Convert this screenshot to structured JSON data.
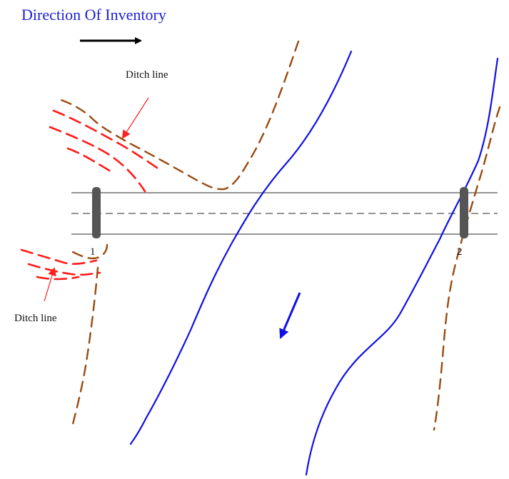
{
  "title": "Direction Of Inventory",
  "labels": {
    "ditch_line_top": "Ditch line",
    "ditch_line_left": "Ditch line"
  },
  "markers": {
    "marker_1": "1",
    "marker_2": "2"
  },
  "colors": {
    "title": "#1f1fd6",
    "stream": "#1010e6",
    "ditch_brown": "#9a4a10",
    "ditch_red": "#ff1a1a",
    "road": "#555555",
    "arrow": "#000000"
  }
}
